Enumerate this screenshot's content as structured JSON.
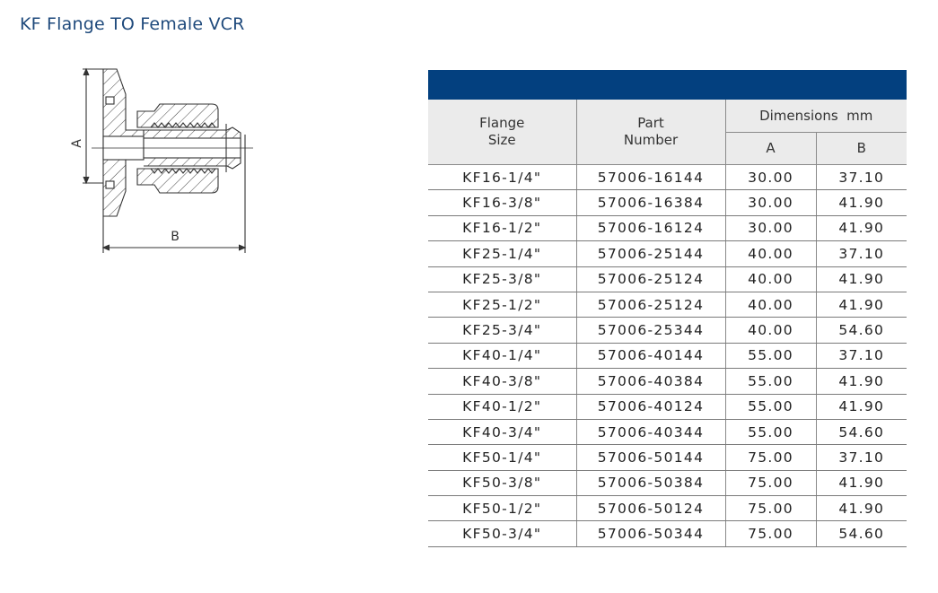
{
  "title": "KF Flange TO Female VCR",
  "drawing": {
    "label_a": "A",
    "label_b": "B"
  },
  "table": {
    "header_color": "#03407f",
    "columns": {
      "flange_size": "Flange\nSize",
      "flange_size_line1": "Flange",
      "flange_size_line2": "Size",
      "part_number_line1": "Part",
      "part_number_line2": "Number",
      "dimensions": "Dimensions  mm",
      "dim_a": "A",
      "dim_b": "B"
    },
    "rows": [
      {
        "size": "KF16-1/4\"",
        "part": "57006-16144",
        "a": "30.00",
        "b": "37.10"
      },
      {
        "size": "KF16-3/8\"",
        "part": "57006-16384",
        "a": "30.00",
        "b": "41.90"
      },
      {
        "size": "KF16-1/2\"",
        "part": "57006-16124",
        "a": "30.00",
        "b": "41.90"
      },
      {
        "size": "KF25-1/4\"",
        "part": "57006-25144",
        "a": "40.00",
        "b": "37.10"
      },
      {
        "size": "KF25-3/8\"",
        "part": "57006-25124",
        "a": "40.00",
        "b": "41.90"
      },
      {
        "size": "KF25-1/2\"",
        "part": "57006-25124",
        "a": "40.00",
        "b": "41.90"
      },
      {
        "size": "KF25-3/4\"",
        "part": "57006-25344",
        "a": "40.00",
        "b": "54.60"
      },
      {
        "size": "KF40-1/4\"",
        "part": "57006-40144",
        "a": "55.00",
        "b": "37.10"
      },
      {
        "size": "KF40-3/8\"",
        "part": "57006-40384",
        "a": "55.00",
        "b": "41.90"
      },
      {
        "size": "KF40-1/2\"",
        "part": "57006-40124",
        "a": "55.00",
        "b": "41.90"
      },
      {
        "size": "KF40-3/4\"",
        "part": "57006-40344",
        "a": "55.00",
        "b": "54.60"
      },
      {
        "size": "KF50-1/4\"",
        "part": "57006-50144",
        "a": "75.00",
        "b": "37.10"
      },
      {
        "size": "KF50-3/8\"",
        "part": "57006-50384",
        "a": "75.00",
        "b": "41.90"
      },
      {
        "size": "KF50-1/2\"",
        "part": "57006-50124",
        "a": "75.00",
        "b": "41.90"
      },
      {
        "size": "KF50-3/4\"",
        "part": "57006-50344",
        "a": "75.00",
        "b": "54.60"
      }
    ]
  }
}
